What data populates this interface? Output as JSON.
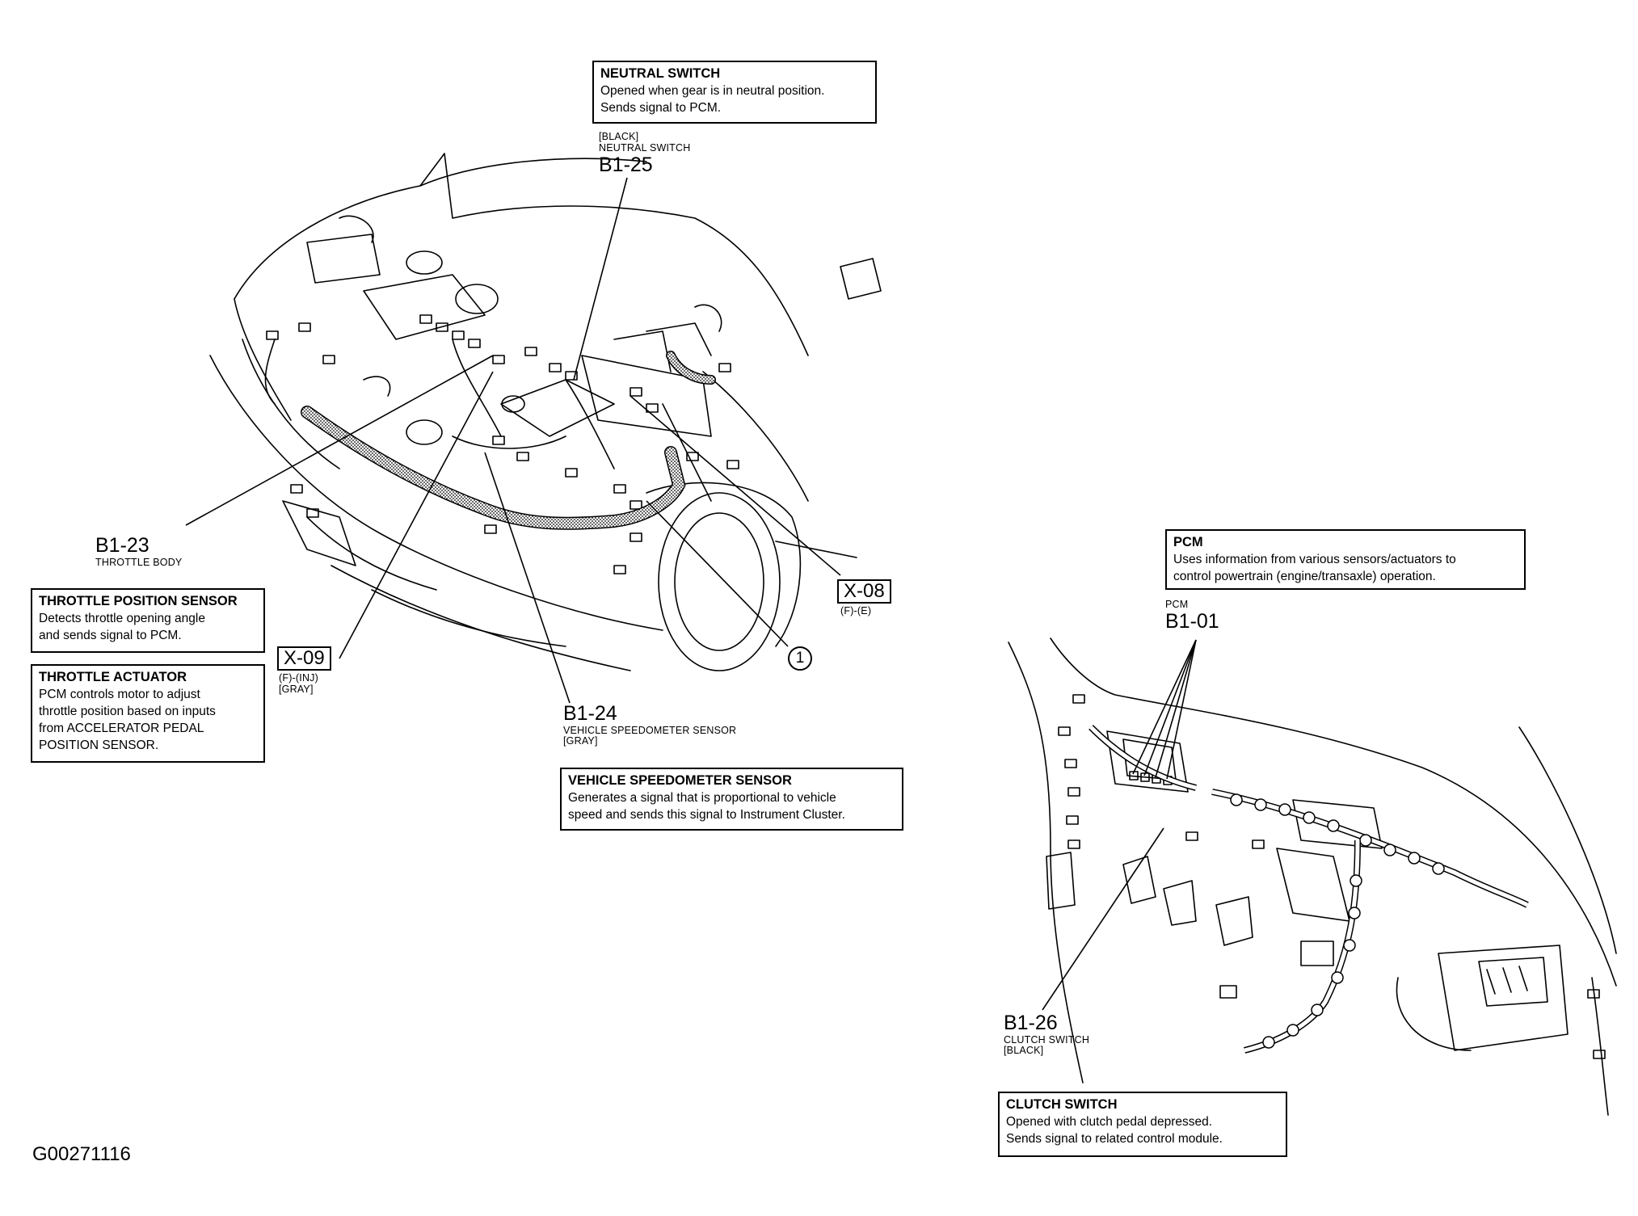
{
  "callouts": {
    "neutral_switch": {
      "title": "NEUTRAL SWITCH",
      "lines": [
        "Opened when gear is in neutral position.",
        "Sends signal to PCM."
      ]
    },
    "throttle_position_sensor": {
      "title": "THROTTLE POSITION SENSOR",
      "lines": [
        "Detects throttle opening angle",
        "and sends signal to PCM."
      ]
    },
    "throttle_actuator": {
      "title": "THROTTLE ACTUATOR",
      "lines": [
        "PCM controls motor to adjust",
        "throttle position based on inputs",
        "from ACCELERATOR PEDAL",
        "POSITION SENSOR."
      ]
    },
    "vehicle_speedometer_sensor": {
      "title": "VEHICLE SPEEDOMETER SENSOR",
      "lines": [
        "Generates a signal that is proportional to vehicle",
        "speed and sends this signal to Instrument Cluster."
      ]
    },
    "pcm": {
      "title": "PCM",
      "lines": [
        "Uses information from various sensors/actuators to",
        "control powertrain (engine/transaxle) operation."
      ]
    },
    "clutch_switch": {
      "title": "CLUTCH SWITCH",
      "lines": [
        "Opened with clutch pedal depressed.",
        "Sends signal to related control module."
      ]
    }
  },
  "labels": {
    "b1_25": {
      "color": "[BLACK]",
      "name": "NEUTRAL SWITCH",
      "code": "B1-25"
    },
    "b1_23": {
      "code": "B1-23",
      "name": "THROTTLE BODY"
    },
    "b1_24": {
      "code": "B1-24",
      "name": "VEHICLE SPEEDOMETER SENSOR",
      "color": "[GRAY]"
    },
    "b1_01": {
      "name": "PCM",
      "code": "B1-01"
    },
    "b1_26": {
      "code": "B1-26",
      "name": "CLUTCH SWITCH",
      "color": "[BLACK]"
    }
  },
  "connectors": {
    "x_08": {
      "code": "X-08",
      "sub": "(F)-(E)"
    },
    "x_09": {
      "code": "X-09",
      "sub1": "(F)-(INJ)",
      "sub2": "[GRAY]"
    }
  },
  "ref_marker": "1",
  "figure_id": "G00271116"
}
